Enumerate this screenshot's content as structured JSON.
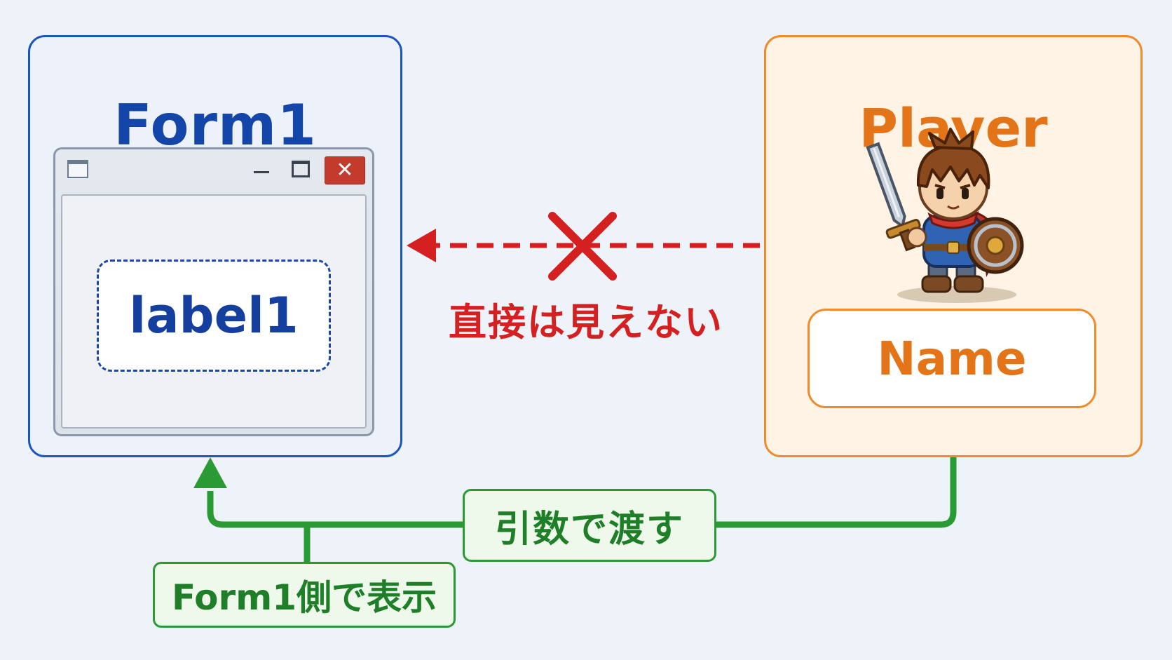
{
  "form1": {
    "title": "Form1",
    "label": "label1",
    "window_close_glyph": "✕"
  },
  "player": {
    "title": "Player",
    "field": "Name",
    "character_icon": "knight-hero-icon"
  },
  "blocked_link": {
    "caption": "直接は見えない",
    "color": "#d42020"
  },
  "argument_link": {
    "caption": "引数で渡す",
    "color": "#2a9a35"
  },
  "display_note": {
    "caption": "Form1側で表示"
  },
  "colors": {
    "form_accent": "#1c55c0",
    "player_accent": "#f08a2a",
    "green": "#2a9a35",
    "red": "#d42020"
  }
}
